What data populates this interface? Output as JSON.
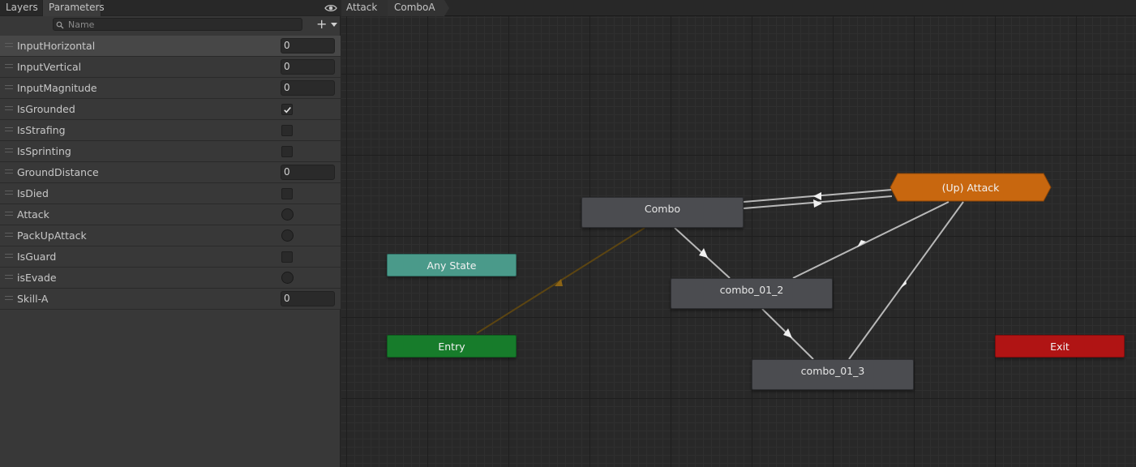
{
  "tabs": {
    "layers": "Layers",
    "parameters": "Parameters"
  },
  "search": {
    "placeholder": "Name"
  },
  "add_button": {
    "plus": "+"
  },
  "parameters": [
    {
      "name": "InputHorizontal",
      "type": "float",
      "value": "0"
    },
    {
      "name": "InputVertical",
      "type": "float",
      "value": "0"
    },
    {
      "name": "InputMagnitude",
      "type": "float",
      "value": "0"
    },
    {
      "name": "IsGrounded",
      "type": "bool",
      "checked": true
    },
    {
      "name": "IsStrafing",
      "type": "bool",
      "checked": false
    },
    {
      "name": "IsSprinting",
      "type": "bool",
      "checked": false
    },
    {
      "name": "GroundDistance",
      "type": "float",
      "value": "0"
    },
    {
      "name": "IsDied",
      "type": "bool",
      "checked": false
    },
    {
      "name": "Attack",
      "type": "trigger"
    },
    {
      "name": "PackUpAttack",
      "type": "trigger"
    },
    {
      "name": "IsGuard",
      "type": "bool",
      "checked": false
    },
    {
      "name": "isEvade",
      "type": "trigger"
    },
    {
      "name": "Skill-A",
      "type": "int",
      "value": "0"
    }
  ],
  "breadcrumb": [
    "Attack",
    "ComboA"
  ],
  "nodes": {
    "any_state": "Any State",
    "entry": "Entry",
    "exit": "Exit",
    "combo": "Combo",
    "combo_01_2": "combo_01_2",
    "combo_01_3": "combo_01_3",
    "up_attack": "(Up) Attack"
  },
  "colors": {
    "any_state": "#4a9a8a",
    "entry": "#177c2b",
    "exit": "#b01414",
    "up_attack": "#c8670f",
    "default_transition": "#5c4512"
  }
}
